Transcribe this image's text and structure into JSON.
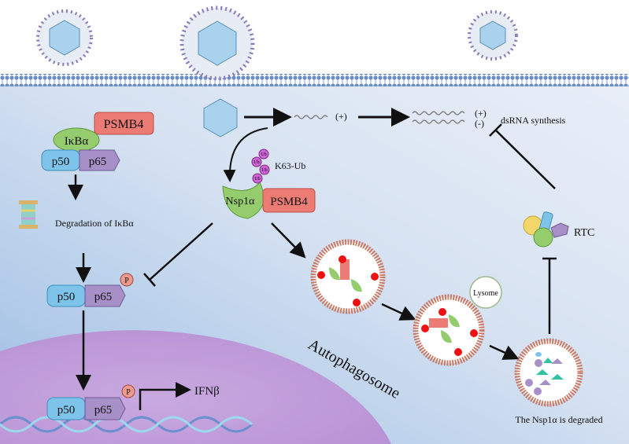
{
  "top_complex": {
    "psmb4": "PSMB4",
    "ikba": "IκBα",
    "p50": "p50",
    "p65": "p65"
  },
  "degradation_label": "Degradation of IκBα",
  "phospho_complex": {
    "p50": "p50",
    "p65": "p65",
    "p": "P"
  },
  "nuclear_complex": {
    "p50": "p50",
    "p65": "p65",
    "p": "P"
  },
  "ifnb_label": "IFNβ",
  "rna": {
    "plus1": "(+)",
    "plus2": "(+)",
    "minus": "(-)",
    "dsrna_label": "dsRNA synthesis"
  },
  "nsp_complex": {
    "nsp1a": "Nsp1α",
    "psmb4": "PSMB4",
    "ub": "Ub",
    "k63_label": "K63-Ub"
  },
  "rtc_label": "RTC",
  "lysome_label": "Lysome",
  "autophagosome_label": "Autophagosome",
  "degraded_label": "The Nsp1α is degraded",
  "colors": {
    "psmb4": "#ec7b73",
    "ikba": "#95cc6e",
    "p50": "#7ec3ea",
    "p65": "#a790c8",
    "nucleus": "#c6a6de",
    "membrane": "#6b8fc4",
    "autophagosome": "#c97a64",
    "ub": "#cf62d6"
  }
}
